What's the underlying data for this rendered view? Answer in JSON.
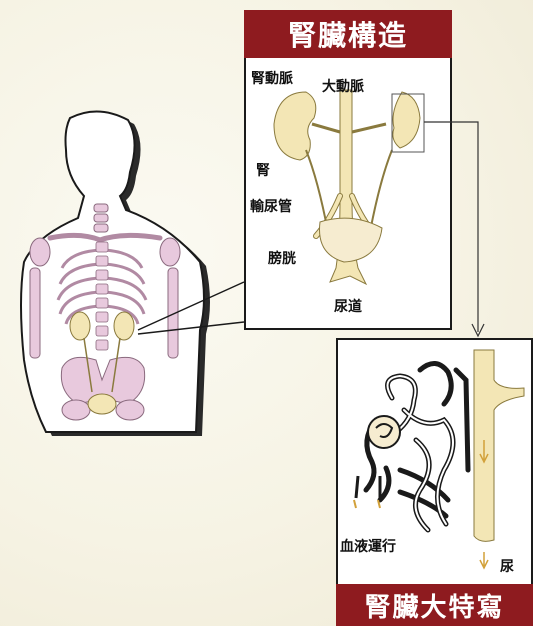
{
  "structure_panel": {
    "title": "腎臟構造",
    "labels": {
      "renal_artery": "腎動脈",
      "aorta": "大動脈",
      "kidney": "腎",
      "ureter": "輸尿管",
      "bladder": "膀胱",
      "urethra": "尿道"
    }
  },
  "closeup_panel": {
    "title": "腎臟大特寫",
    "labels": {
      "blood_flow": "血液運行",
      "urine": "尿"
    }
  },
  "colors": {
    "title_bg": "#8e1b1f",
    "organ_fill": "#f3e6b5",
    "bone_fill": "#e8c9dd",
    "outline": "#1a1a1a"
  }
}
